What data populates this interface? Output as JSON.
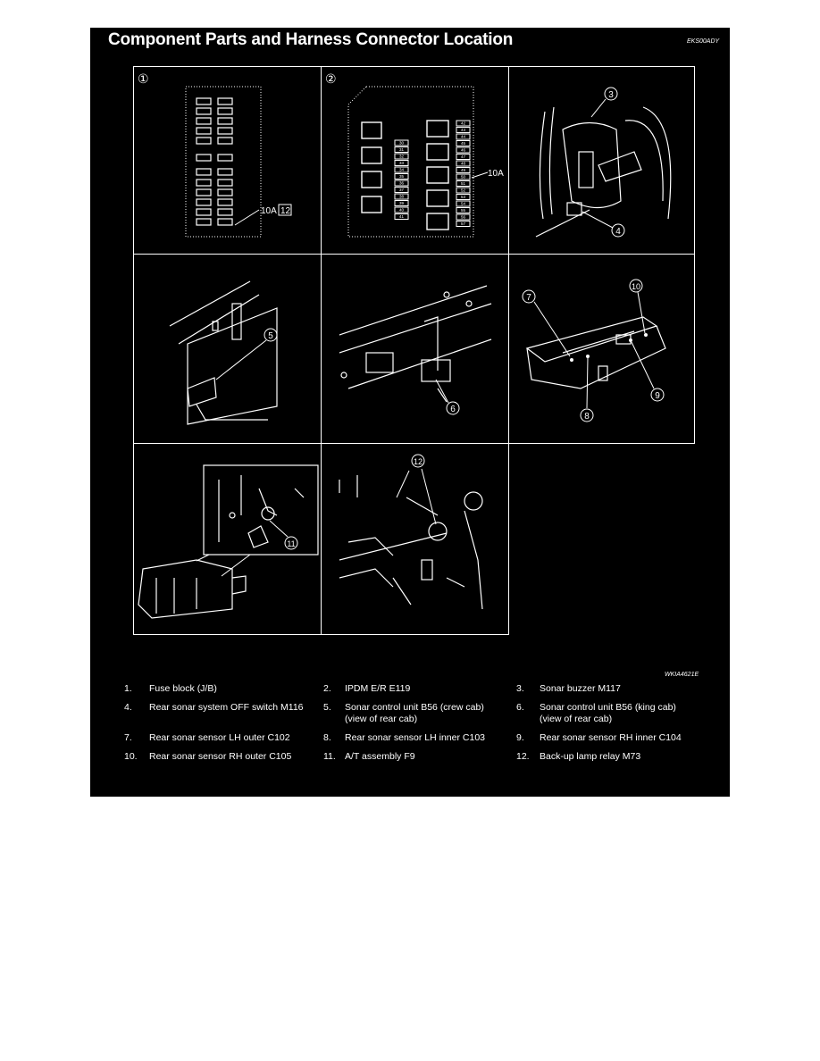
{
  "title": "Component Parts and Harness Connector Location",
  "figure_code_top": "EKS00ADY",
  "figure_code_bottom": "WKIA4621E",
  "panels": {
    "p1": {
      "marker": "①",
      "fuse_label": "10A",
      "fuse_number": "12"
    },
    "p2": {
      "marker": "②",
      "fuse_label": "10A",
      "right_col": [
        "42",
        "43",
        "44",
        "45",
        "46",
        "47",
        "48",
        "49",
        "50",
        "51",
        "52",
        "53",
        "54",
        "55",
        "56",
        "57"
      ],
      "mid_col": [
        "30",
        "31",
        "32",
        "33",
        "34",
        "35",
        "36",
        "37",
        "38",
        "39",
        "40",
        "41"
      ]
    },
    "p3": {
      "callouts": [
        "3",
        "4"
      ]
    },
    "p4": {
      "callouts": [
        "5"
      ]
    },
    "p5": {
      "callouts": [
        "6"
      ]
    },
    "p6": {
      "callouts": [
        "7",
        "10",
        "8",
        "9"
      ]
    },
    "p7": {
      "callouts": [
        "11"
      ]
    },
    "p8": {
      "callouts": [
        "12"
      ]
    }
  },
  "legend": [
    [
      {
        "num": "1.",
        "text": "Fuse block (J/B)"
      },
      {
        "num": "2.",
        "text": "IPDM E/R E119"
      },
      {
        "num": "3.",
        "text": "Sonar buzzer M117"
      }
    ],
    [
      {
        "num": "4.",
        "text": "Rear sonar system OFF switch M116"
      },
      {
        "num": "5.",
        "text": "Sonar control unit B56 (crew cab)",
        "text2": "(view of rear cab)"
      },
      {
        "num": "6.",
        "text": "Sonar control unit B56 (king cab)",
        "text2": "(view of rear cab)"
      }
    ],
    [
      {
        "num": "7.",
        "text": "Rear sonar sensor LH outer C102"
      },
      {
        "num": "8.",
        "text": "Rear sonar sensor LH inner C103"
      },
      {
        "num": "9.",
        "text": "Rear sonar sensor RH inner C104"
      }
    ],
    [
      {
        "num": "10.",
        "text": "Rear sonar sensor RH outer C105"
      },
      {
        "num": "11.",
        "text": "A/T assembly F9"
      },
      {
        "num": "12.",
        "text": "Back-up lamp relay M73"
      }
    ]
  ]
}
